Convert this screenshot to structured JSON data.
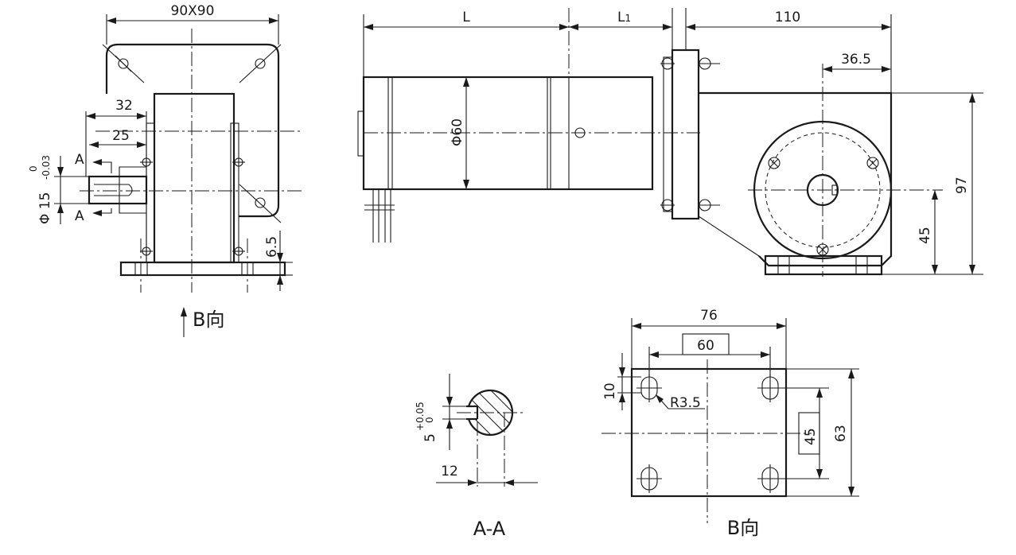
{
  "side_view": {
    "dim_flange": "90X90",
    "dim_32": "32",
    "dim_25": "25",
    "dim_shaft_dia": "Φ 15",
    "tol_upper": "0",
    "tol_lower": "-0.03",
    "section_a_top": "A",
    "section_a_bottom": "A",
    "dim_6_5": "6.5",
    "view_b_label": "B向"
  },
  "front_view": {
    "dim_L": "L",
    "dim_L1": "L",
    "dim_L1_sub": "1",
    "dim_110": "110",
    "dim_36_5": "36.5",
    "dim_phi60": "Φ60",
    "dim_97": "97",
    "dim_45": "45"
  },
  "section_aa": {
    "dim_5": "5",
    "tol_upper": "+0.05",
    "tol_lower": "0",
    "dim_12": "12",
    "label": "A-A"
  },
  "view_b": {
    "dim_76": "76",
    "dim_60": "60",
    "dim_10": "10",
    "dim_r35": "R3.5",
    "dim_45": "45",
    "dim_63": "63",
    "label": "B向"
  }
}
